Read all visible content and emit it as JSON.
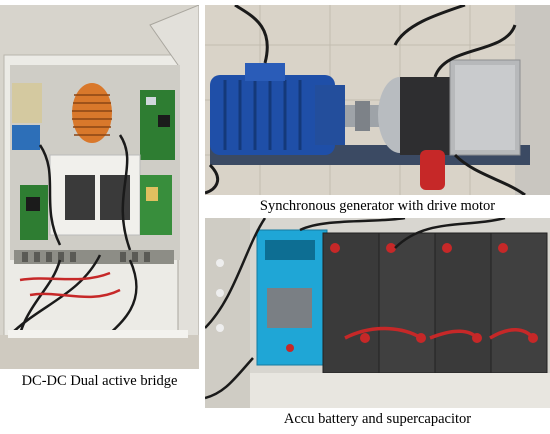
{
  "captions": {
    "left": "DC-DC Dual active bridge",
    "top_right": "Synchronous generator with drive motor",
    "bottom_right": "Accu battery and supercapacitor"
  },
  "colors": {
    "motor_blue": "#1f4fa8",
    "pcb_green": "#2e7d32",
    "cabinet_white": "#e9e9e4",
    "battery_gray": "#3a3a3a",
    "supercap_blue": "#1fa6d6",
    "cable_red": "#c62828",
    "copper_orange": "#d9782b"
  }
}
